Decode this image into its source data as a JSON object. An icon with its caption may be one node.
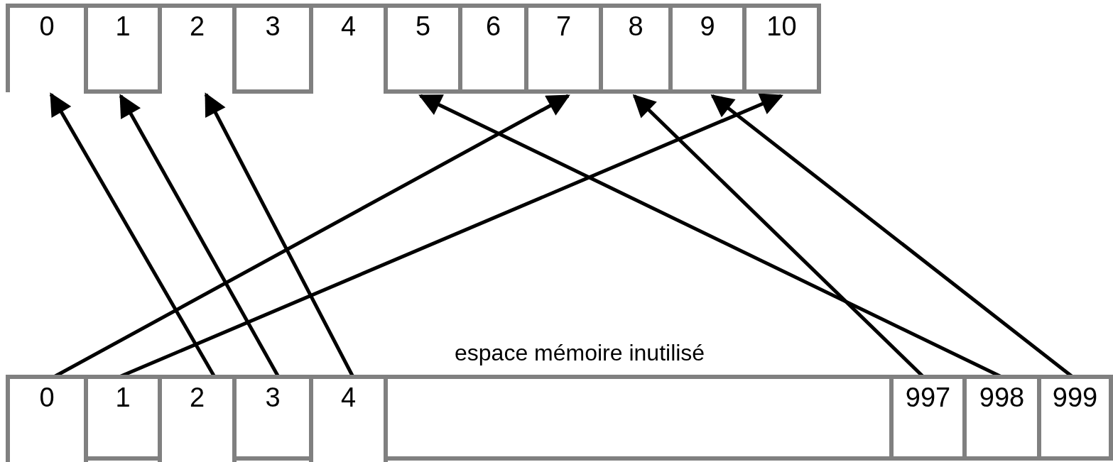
{
  "diagram": {
    "nodes": [
      {
        "text": [
          "0"
        ]
      },
      {
        "text": [
          "1"
        ]
      },
      {
        "text": [
          "2"
        ]
      },
      {
        "text": [
          "3"
        ]
      },
      {
        "text": [
          "4"
        ]
      },
      {
        "text": [
          "5"
        ]
      },
      {
        "text": [
          "6"
        ]
      },
      {
        "text": [
          "7"
        ]
      },
      {
        "text": [
          "8"
        ]
      },
      {
        "text": [
          "9"
        ]
      },
      {
        "text": [
          "10"
        ]
      },
      {
        "text": [
          "0"
        ]
      },
      {
        "text": [
          "1"
        ]
      },
      {
        "text": [
          "2"
        ]
      },
      {
        "text": [
          "3"
        ]
      },
      {
        "text": [
          "4"
        ]
      },
      {
        "text": [],
        "shape": "box",
        "beside": [
          "espace mémoire inutilisé"
        ]
      },
      {
        "text": [
          "997"
        ]
      },
      {
        "text": [
          "998"
        ]
      },
      {
        "text": [
          "999"
        ]
      }
    ],
    "edges": [
      {
        "from": 11,
        "to": 7,
        "arrow": "to"
      },
      {
        "from": 12,
        "to": 10,
        "arrow": "to"
      },
      {
        "from": 13,
        "to": 0,
        "arrow": "to"
      },
      {
        "from": 14,
        "to": 1,
        "arrow": "to"
      },
      {
        "from": 15,
        "to": 2,
        "arrow": "to"
      },
      {
        "from": 17,
        "to": 8,
        "arrow": "to"
      },
      {
        "from": 18,
        "to": 5,
        "arrow": "to"
      },
      {
        "from": 19,
        "to": 9,
        "arrow": "to"
      }
    ]
  }
}
